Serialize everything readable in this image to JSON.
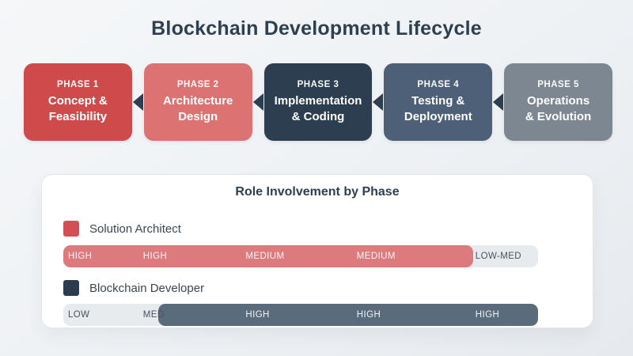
{
  "page": {
    "title": "Blockchain Development Lifecycle"
  },
  "colors": {
    "title_text": "#2e3f50",
    "arrow": "#2c3e50",
    "track": "#e8ebee",
    "card_background": "#ffffff"
  },
  "phases": [
    {
      "kicker": "PHASE 1",
      "line1": "Concept &",
      "line2": "Feasibility",
      "color": "#cf4b4b"
    },
    {
      "kicker": "PHASE 2",
      "line1": "Architecture",
      "line2": "Design",
      "color": "#dd7272"
    },
    {
      "kicker": "PHASE 3",
      "line1": "Implementation",
      "line2": "& Coding",
      "color": "#2c3e50"
    },
    {
      "kicker": "PHASE 4",
      "line1": "Testing &",
      "line2": "Deployment",
      "color": "#4e6077"
    },
    {
      "kicker": "PHASE 5",
      "line1": "Operations",
      "line2": "& Evolution",
      "color": "#7d8791"
    }
  ],
  "chart": {
    "title": "Role Involvement by Phase",
    "roles": [
      {
        "name": "Solution Architect",
        "legend_color": "#d25055",
        "bar_color": "#dc7a7d",
        "levels": [
          "HIGH",
          "HIGH",
          "MEDIUM",
          "MEDIUM",
          "LOW-MED"
        ]
      },
      {
        "name": "Blockchain Developer",
        "legend_color": "#2c3c4e",
        "bar_color": "#5a6b7b",
        "levels": [
          "LOW",
          "MED",
          "HIGH",
          "HIGH",
          "HIGH"
        ]
      }
    ]
  },
  "chart_data": {
    "type": "table",
    "title": "Role Involvement by Phase",
    "categories": [
      "Phase 1",
      "Phase 2",
      "Phase 3",
      "Phase 4",
      "Phase 5"
    ],
    "series": [
      {
        "name": "Solution Architect",
        "values": [
          "HIGH",
          "HIGH",
          "MEDIUM",
          "MEDIUM",
          "LOW-MED"
        ]
      },
      {
        "name": "Blockchain Developer",
        "values": [
          "LOW",
          "MED",
          "HIGH",
          "HIGH",
          "HIGH"
        ]
      }
    ],
    "legend_position": "above-each-bar",
    "grid": false
  }
}
